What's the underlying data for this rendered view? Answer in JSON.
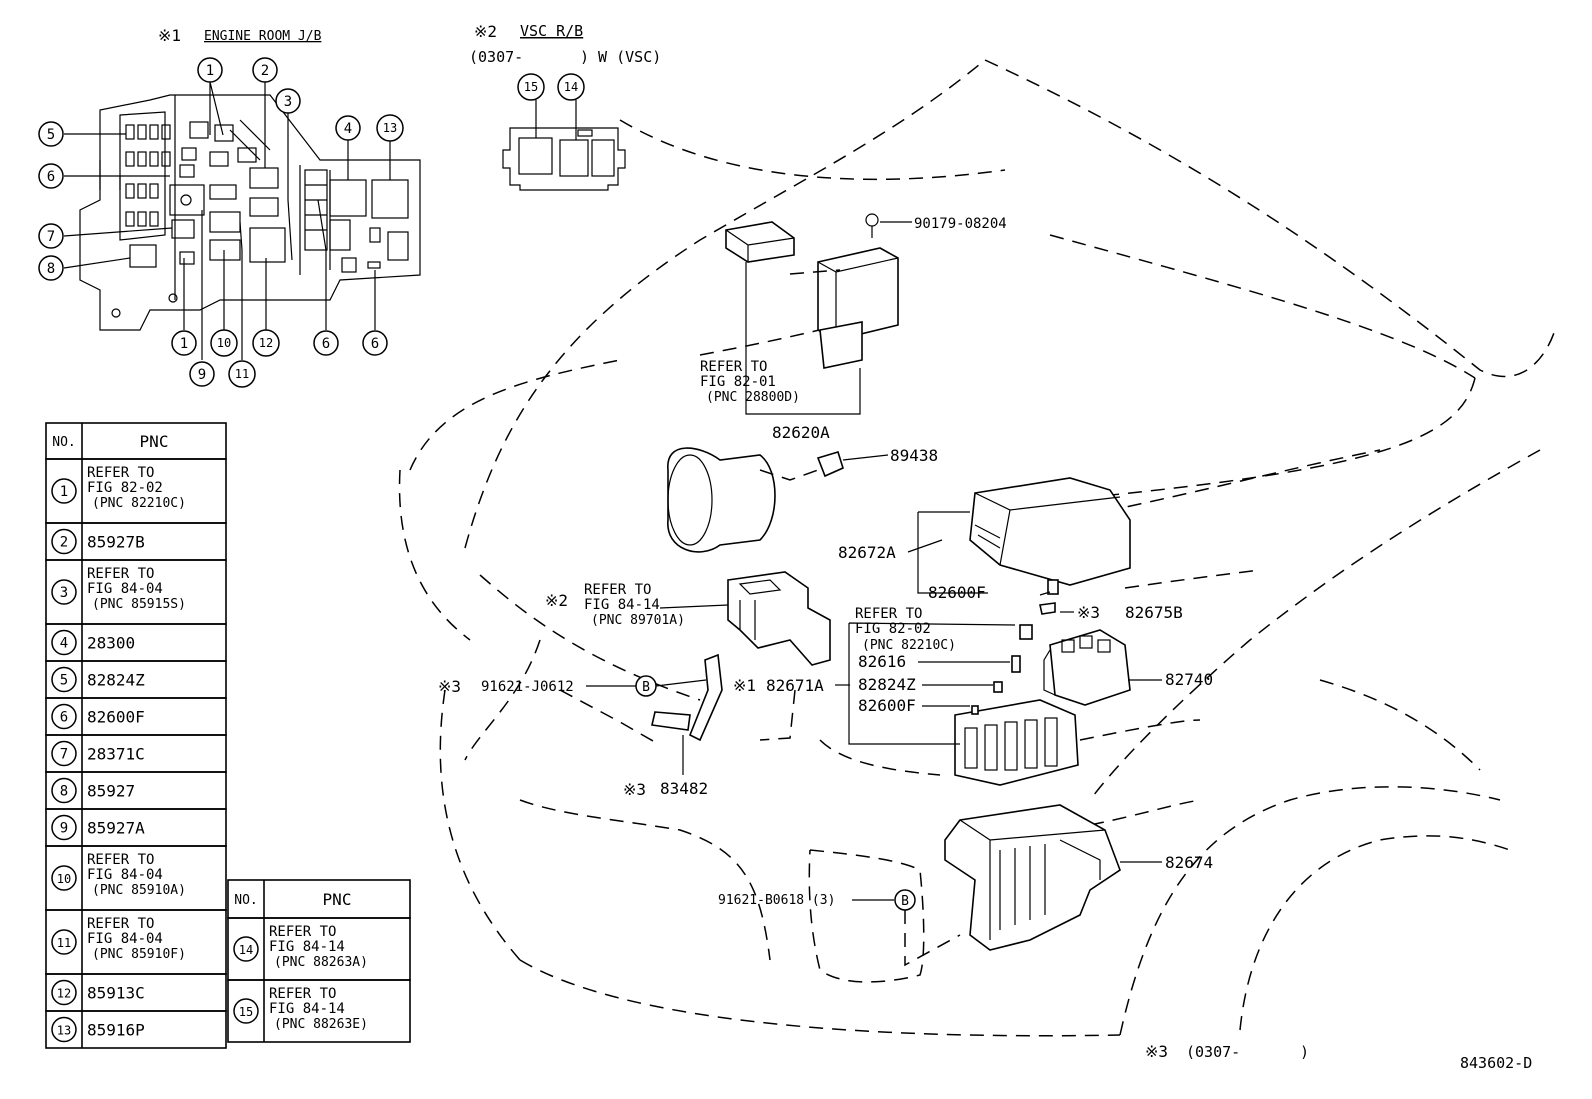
{
  "diagram_code": "843602-D",
  "inset1": {
    "marker": "※1",
    "title": "ENGINE ROOM J/B"
  },
  "inset2": {
    "marker": "※2",
    "title": "VSC R/B",
    "range_start": "(0307-",
    "range_end": ") W (VSC)"
  },
  "footnote3": {
    "marker": "※3",
    "range_start": "(0307-",
    "range_end": ")"
  },
  "callouts": [
    "1",
    "2",
    "3",
    "4",
    "5",
    "6",
    "7",
    "8",
    "9",
    "10",
    "11",
    "12",
    "13",
    "14",
    "15"
  ],
  "table1": {
    "header_no": "NO.",
    "header_pnc": "PNC",
    "rows": [
      {
        "no": "1",
        "lines": [
          "REFER TO",
          "FIG 82-02",
          "(PNC 82210C)"
        ]
      },
      {
        "no": "2",
        "lines": [
          "85927B"
        ]
      },
      {
        "no": "3",
        "lines": [
          "REFER TO",
          "FIG 84-04",
          "(PNC 85915S)"
        ]
      },
      {
        "no": "4",
        "lines": [
          "28300"
        ]
      },
      {
        "no": "5",
        "lines": [
          "82824Z"
        ]
      },
      {
        "no": "6",
        "lines": [
          "82600F"
        ]
      },
      {
        "no": "7",
        "lines": [
          "28371C"
        ]
      },
      {
        "no": "8",
        "lines": [
          "85927"
        ]
      },
      {
        "no": "9",
        "lines": [
          "85927A"
        ]
      },
      {
        "no": "10",
        "lines": [
          "REFER TO",
          "FIG 84-04",
          "(PNC 85910A)"
        ]
      },
      {
        "no": "11",
        "lines": [
          "REFER TO",
          "FIG 84-04",
          "(PNC 85910F)"
        ]
      },
      {
        "no": "12",
        "lines": [
          "85913C"
        ]
      },
      {
        "no": "13",
        "lines": [
          "85916P"
        ]
      }
    ]
  },
  "table2": {
    "header_no": "NO.",
    "header_pnc": "PNC",
    "rows": [
      {
        "no": "14",
        "lines": [
          "REFER TO",
          "FIG 84-14",
          "(PNC 88263A)"
        ]
      },
      {
        "no": "15",
        "lines": [
          "REFER TO",
          "FIG 84-14",
          "(PNC 88263E)"
        ]
      }
    ]
  },
  "labels": {
    "p90179": "90179-08204",
    "ref8201_1": "REFER TO",
    "ref8201_2": "FIG 82-01",
    "ref8201_3": "(PNC 28800D)",
    "p82620A": "82620A",
    "p89438": "89438",
    "p82672A": "82672A",
    "p82600F_top": "82600F",
    "m3_a": "※3",
    "p82675B": "82675B",
    "ref8202_1": "REFER TO",
    "ref8202_2": "FIG 82-02",
    "ref8202_3": "(PNC 82210C)",
    "p82616": "82616",
    "p82824Z": "82824Z",
    "p82600F_bot": "82600F",
    "p82740": "82740",
    "m2_main": "※2",
    "ref8414_1": "REFER TO",
    "ref8414_2": "FIG 84-14",
    "ref8414_3": "(PNC 89701A)",
    "m3_b": "※3",
    "p91621J": "91621-J0612",
    "circB1": "B",
    "m1_main": "※1",
    "p82671A": "82671A",
    "m3_c": "※3",
    "p83482": "83482",
    "p82674": "82674",
    "p91621B": "91621-B0618 (3)",
    "circB2": "B"
  }
}
